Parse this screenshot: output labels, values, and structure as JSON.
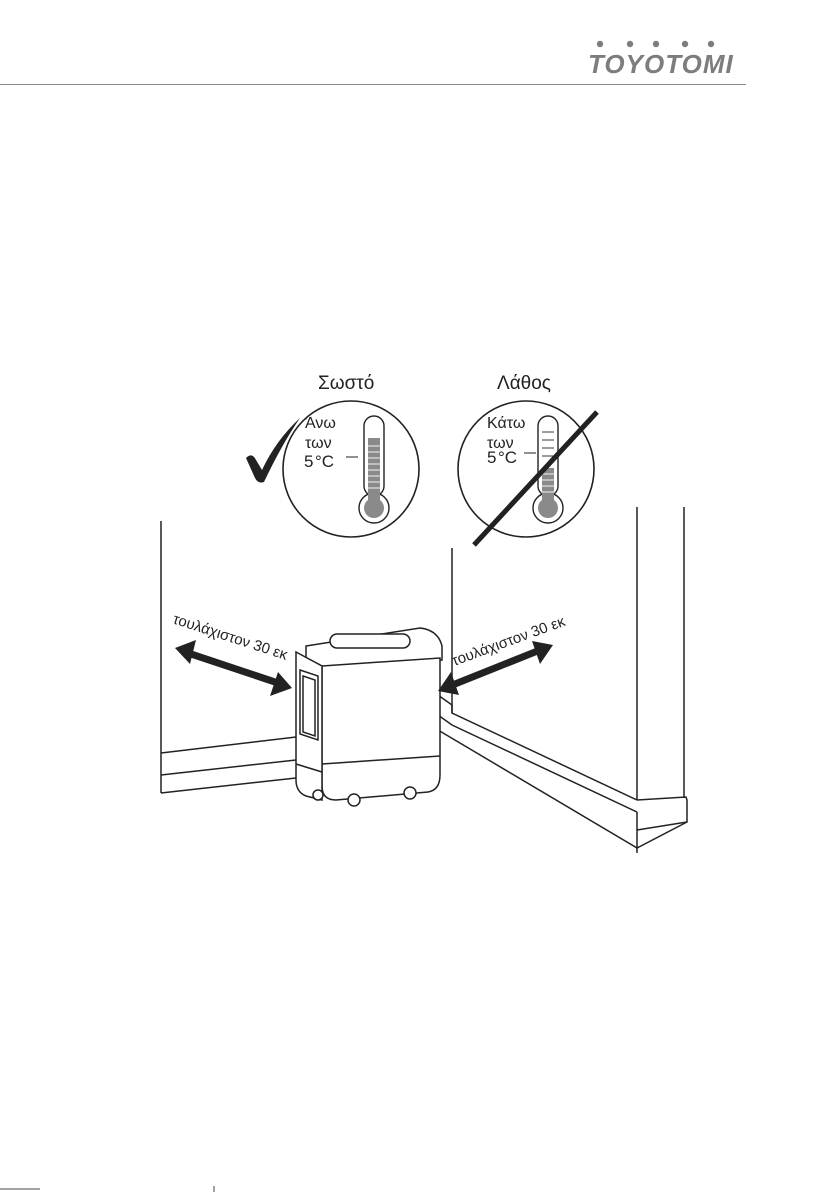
{
  "header": {
    "brand": "TOYOTOMI",
    "brand_color": "#7d7d7d",
    "rule_color": "#8a8a8a"
  },
  "figure": {
    "correct": {
      "title": "Σωστό",
      "line1": "Άνω",
      "line2": "των",
      "temp_value": "5",
      "temp_unit": "°C",
      "icon": "check-icon"
    },
    "wrong": {
      "title": "Λάθος",
      "line1": "Κάτω",
      "line2": "των",
      "temp_value": "5",
      "temp_unit": "°C",
      "icon": "slash-icon"
    },
    "clearance_left": "τουλάχιστον 30 εκ",
    "clearance_right": "τουλάχιστον 30 εκ"
  }
}
